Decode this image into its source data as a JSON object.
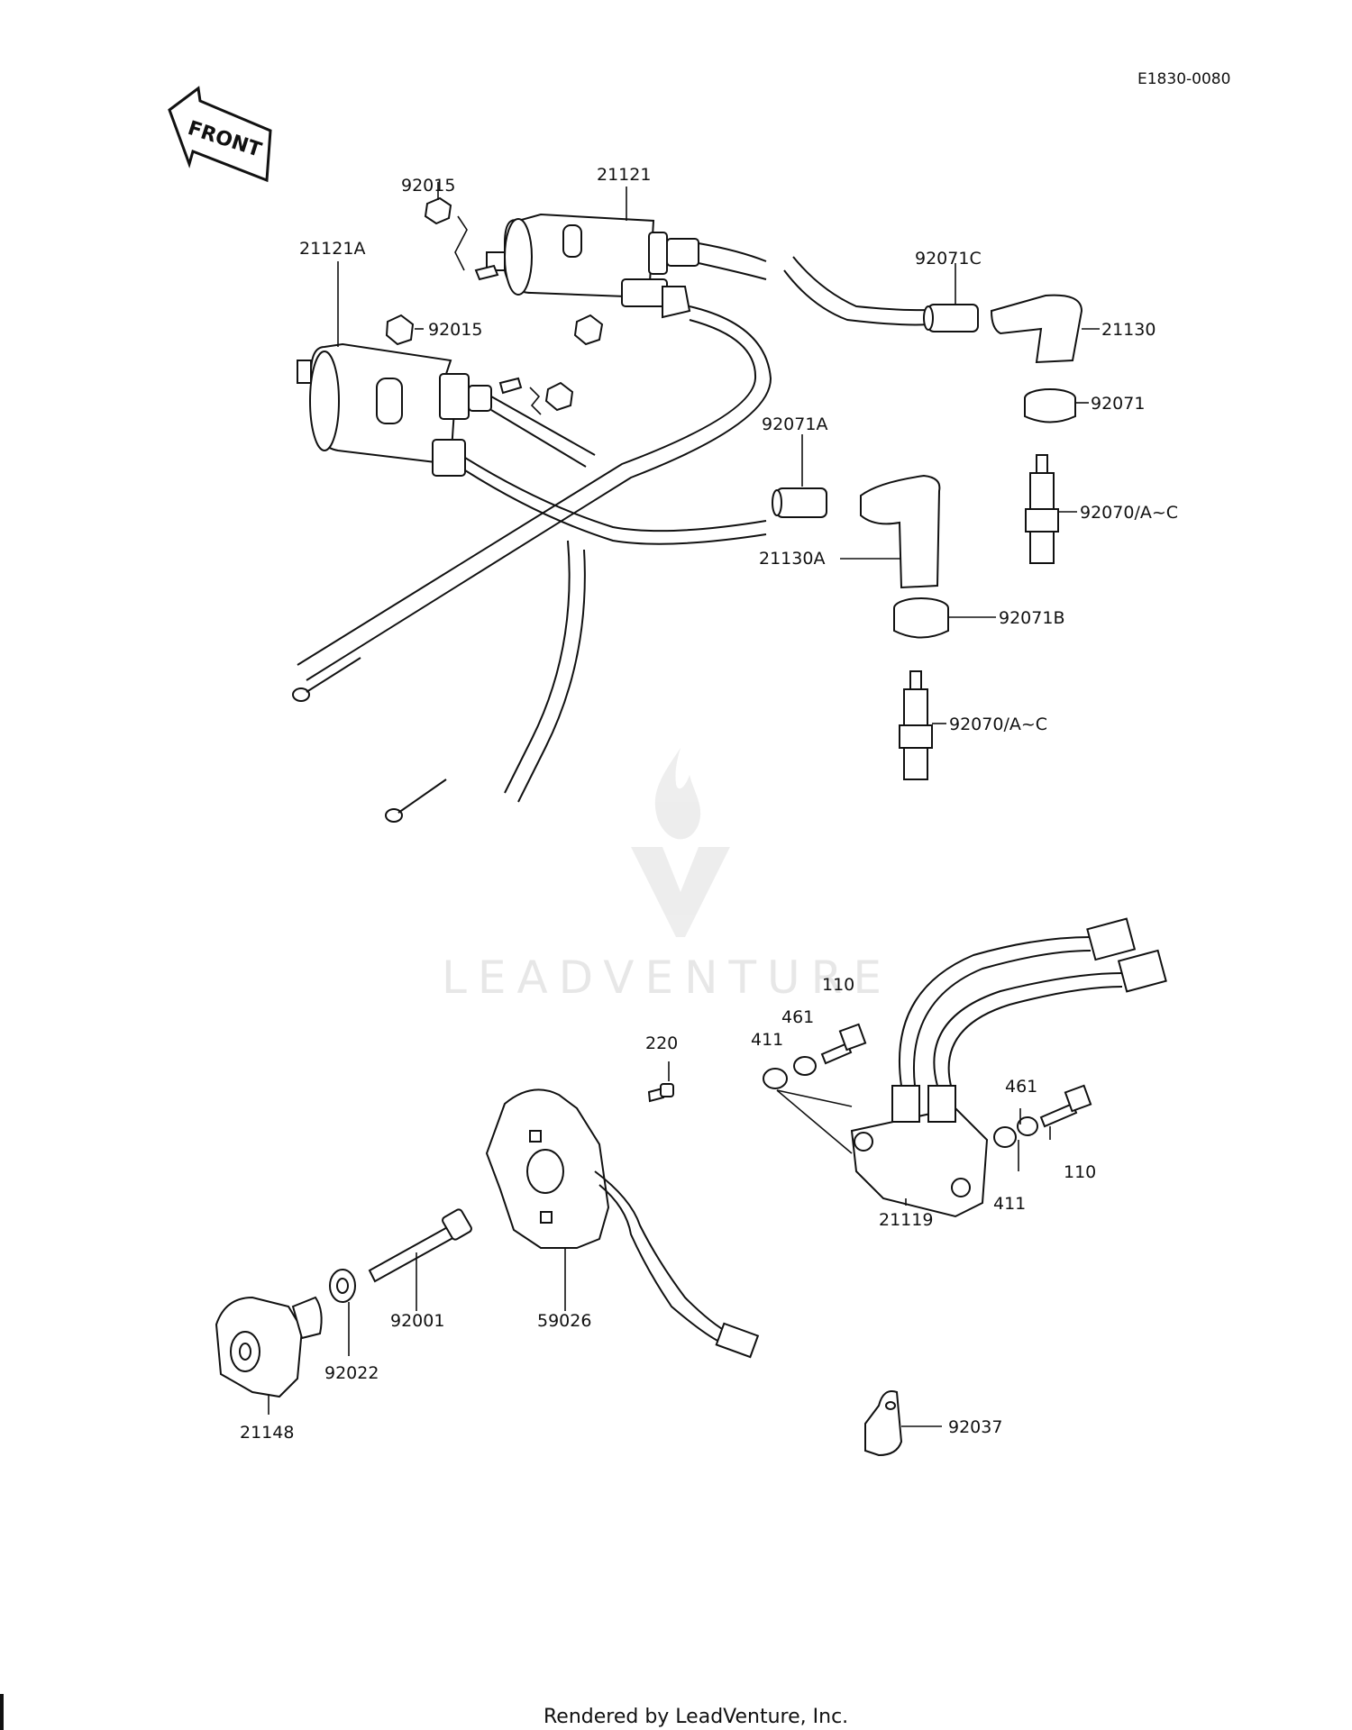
{
  "drawing_code": "E1830-0080",
  "front_label": "FRONT",
  "watermark": "LEADVENTURE",
  "footer": "Rendered by LeadVenture, Inc.",
  "parts": {
    "p21121": "21121",
    "p21121A": "21121A",
    "p92015_top": "92015",
    "p92015_mid": "92015",
    "p92071C": "92071C",
    "p21130": "21130",
    "p92071": "92071",
    "p92071A": "92071A",
    "p92070_upper": "92070/A~C",
    "p21130A": "21130A",
    "p92071B": "92071B",
    "p92070_lower": "92070/A~C",
    "p110_left": "110",
    "p461_left": "461",
    "p411_left": "411",
    "p220": "220",
    "p461_right": "461",
    "p110_right": "110",
    "p411_right": "411",
    "p21119": "21119",
    "p92001": "92001",
    "p59026": "59026",
    "p92022": "92022",
    "p21148": "21148",
    "p92037": "92037"
  },
  "icons": [
    "front-arrow-icon",
    "leadventure-logo-icon"
  ]
}
